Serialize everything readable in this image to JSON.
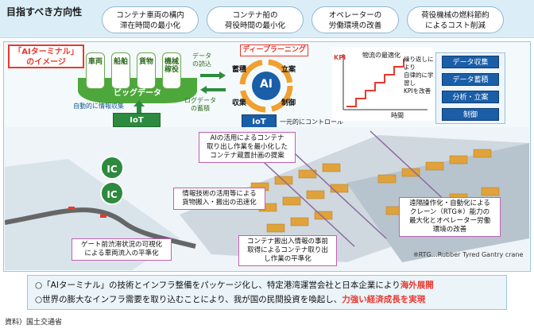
{
  "goals": {
    "title": "目指すべき方向性",
    "items": [
      "コンテナ車両の構内\n滞在時間の最小化",
      "コンテナ船の\n荷役時間の最小化",
      "オペレーターの\n労働環境の改善",
      "荷役機械の燃料節約\nによるコスト削減"
    ]
  },
  "image_label": "「AIターミナル」\nのイメージ",
  "bigdata": {
    "cylinders": [
      "車両",
      "船舶",
      "貨物",
      "機械稼役"
    ],
    "label": "ビッグデータ",
    "auto_collect": "自動的に情報収集",
    "iot": "IoT"
  },
  "flows": {
    "data_read": "データ\nの読込",
    "log_store": "ログデータ\nの蓄積"
  },
  "deep_planning": {
    "label": "ディープラーニング",
    "ai": "AI",
    "words": [
      "蓄積",
      "立案",
      "収集",
      "制御"
    ],
    "iot": "IoT",
    "control": "一元的にコントロール"
  },
  "kpi_chart": {
    "kpi_label": "KPI",
    "title": "物流の最適化",
    "x_label": "時間",
    "note": "繰り返しにより\n自律的に学習し\nKPIを改善"
  },
  "cycle": [
    "データ収集",
    "データ蓄積",
    "分析・立案",
    "制御"
  ],
  "callouts": {
    "ai_plan": "AIの活用によるコンテナ\n取り出し作業を最小化した\nコンテナ蔵置計画の提案",
    "info_tech": "情報技術の活用等による\n貨物搬入・搬出の迅速化",
    "rtg": "遠隔操作化・自動化による\nクレーン（RTG※）能力の\n最大化とオペレーター労働\n環境の改善",
    "gate": "ゲート前渋滞状況の可視化\nによる車両流入の平準化",
    "container_info": "コンテナ搬出入情報の事前\n取得によるコンテナ取り出\nし作業の平準化"
  },
  "ic_labels": [
    "IC",
    "IC"
  ],
  "rtg_note": "※RTG…Rubber Tyred Gantry crane",
  "bottom": {
    "line1_pre": "○「AIターミナル」の技術とインフラ整備をパッケージ化し、特定港湾運営会社と日本企業により",
    "line1_red": "海外展開",
    "line2_pre": "○世界の膨大なインフラ需要を取り込むことにより、我が国の民間投資を喚起し、",
    "line2_red": "力強い経済成長を実現"
  },
  "source": "資料）国土交通省",
  "colors": {
    "accent_red": "#e8392f",
    "green": "#4da83b",
    "blue": "#1a5ea8"
  }
}
